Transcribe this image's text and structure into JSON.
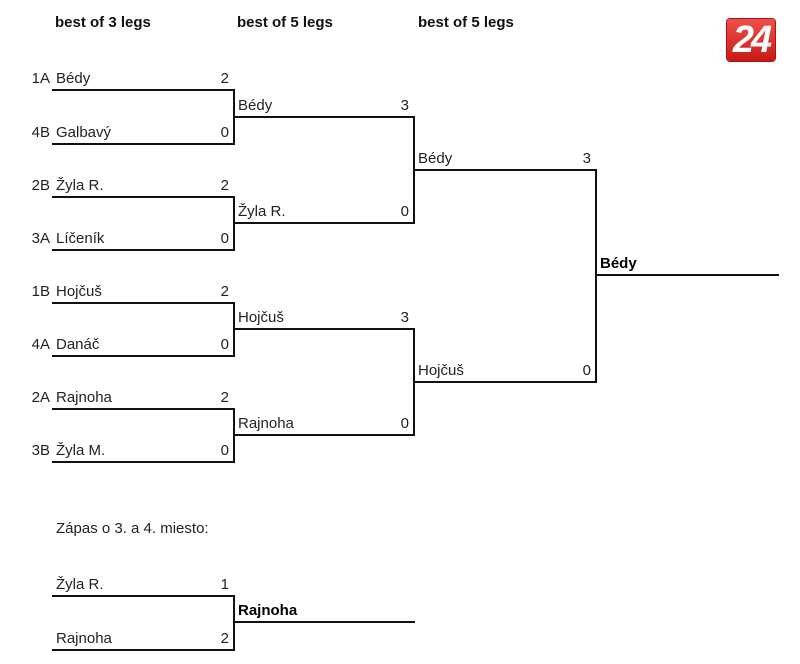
{
  "headers": [
    "best of 3 legs",
    "best of 5 legs",
    "best of 5 legs"
  ],
  "logo": "24",
  "round1": [
    {
      "seed": "1A",
      "name": "Bédy",
      "score": "2"
    },
    {
      "seed": "4B",
      "name": "Galbavý",
      "score": "0"
    },
    {
      "seed": "2B",
      "name": "Žyla R.",
      "score": "2"
    },
    {
      "seed": "3A",
      "name": "Líčeník",
      "score": "0"
    },
    {
      "seed": "1B",
      "name": "Hojčuš",
      "score": "2"
    },
    {
      "seed": "4A",
      "name": "Danáč",
      "score": "0"
    },
    {
      "seed": "2A",
      "name": "Rajnoha",
      "score": "2"
    },
    {
      "seed": "3B",
      "name": "Žyla M.",
      "score": "0"
    }
  ],
  "round2": [
    {
      "name": "Bédy",
      "score": "3"
    },
    {
      "name": "Žyla R.",
      "score": "0"
    },
    {
      "name": "Hojčuš",
      "score": "3"
    },
    {
      "name": "Rajnoha",
      "score": "0"
    }
  ],
  "round3": [
    {
      "name": "Bédy",
      "score": "3"
    },
    {
      "name": "Hojčuš",
      "score": "0"
    }
  ],
  "champion": "Bédy",
  "third_place": {
    "label": "Zápas o 3. a 4. miesto:",
    "entries": [
      {
        "name": "Žyla R.",
        "score": "1"
      },
      {
        "name": "Rajnoha",
        "score": "2"
      }
    ],
    "winner": "Rajnoha"
  }
}
